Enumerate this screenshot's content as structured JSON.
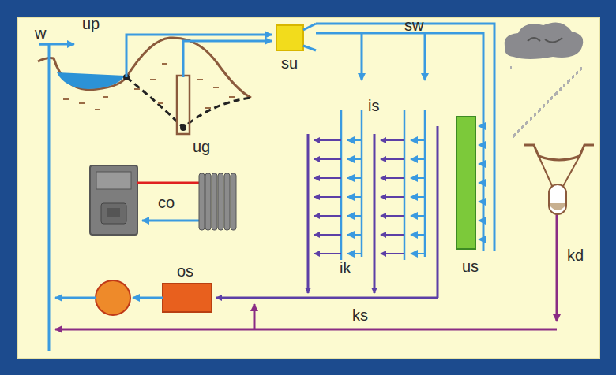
{
  "diagram": {
    "labels": [
      "w",
      "up",
      "su",
      "sw",
      "ug",
      "is",
      "co",
      "ik",
      "us",
      "kd",
      "os",
      "ks"
    ]
  }
}
